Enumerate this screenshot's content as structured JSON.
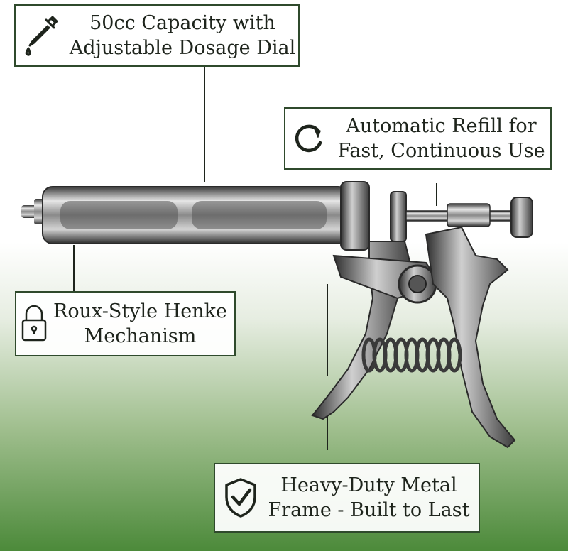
{
  "callouts": {
    "capacity": {
      "line1": "50cc Capacity with",
      "line2": "Adjustable Dosage Dial",
      "icon": "dropper-icon"
    },
    "refill": {
      "line1": "Automatic Refill for",
      "line2": "Fast, Continuous Use",
      "icon": "refresh-icon"
    },
    "mechanism": {
      "line1": "Roux-Style Henke",
      "line2": "Mechanism",
      "icon": "padlock-icon"
    },
    "frame": {
      "line1": "Heavy-Duty Metal",
      "line2": "Frame - Built to Last",
      "icon": "shield-check-icon"
    }
  },
  "colors": {
    "border": "#2f4a2c",
    "metal": "#8c8c8c",
    "gradient_bottom": "#4c8a3a"
  }
}
